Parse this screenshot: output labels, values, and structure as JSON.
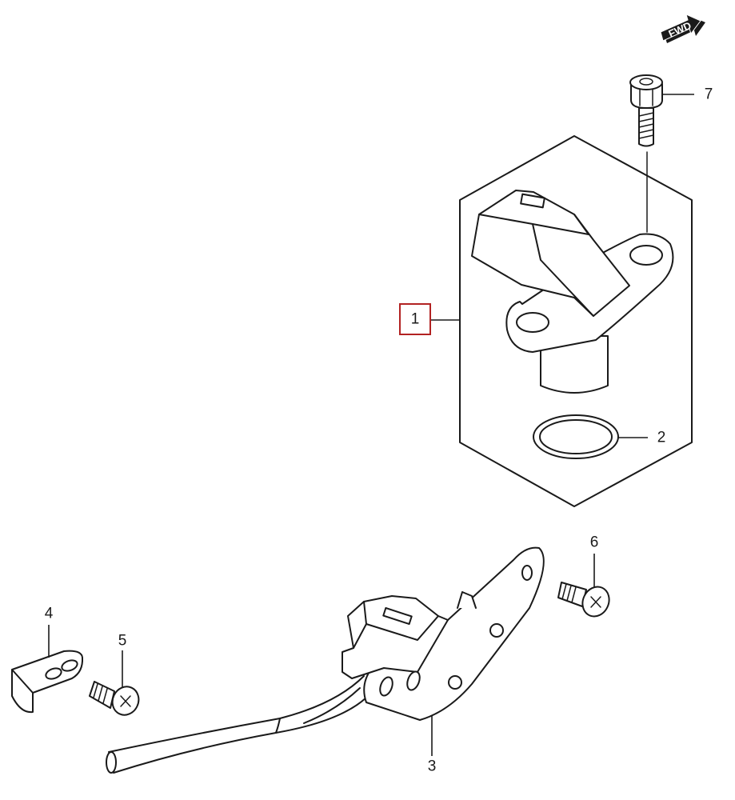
{
  "direction_label": "FWD",
  "highlight_color": "#b22222",
  "line_color": "#1a1a1a",
  "parts": [
    {
      "id": "1",
      "label": "1",
      "name": "crankshaft position sensor",
      "highlighted": true
    },
    {
      "id": "2",
      "label": "2",
      "name": "o-ring"
    },
    {
      "id": "3",
      "label": "3",
      "name": "sensor bracket with harness"
    },
    {
      "id": "4",
      "label": "4",
      "name": "clamp"
    },
    {
      "id": "5",
      "label": "5",
      "name": "screw"
    },
    {
      "id": "6",
      "label": "6",
      "name": "screw"
    },
    {
      "id": "7",
      "label": "7",
      "name": "bolt"
    }
  ]
}
